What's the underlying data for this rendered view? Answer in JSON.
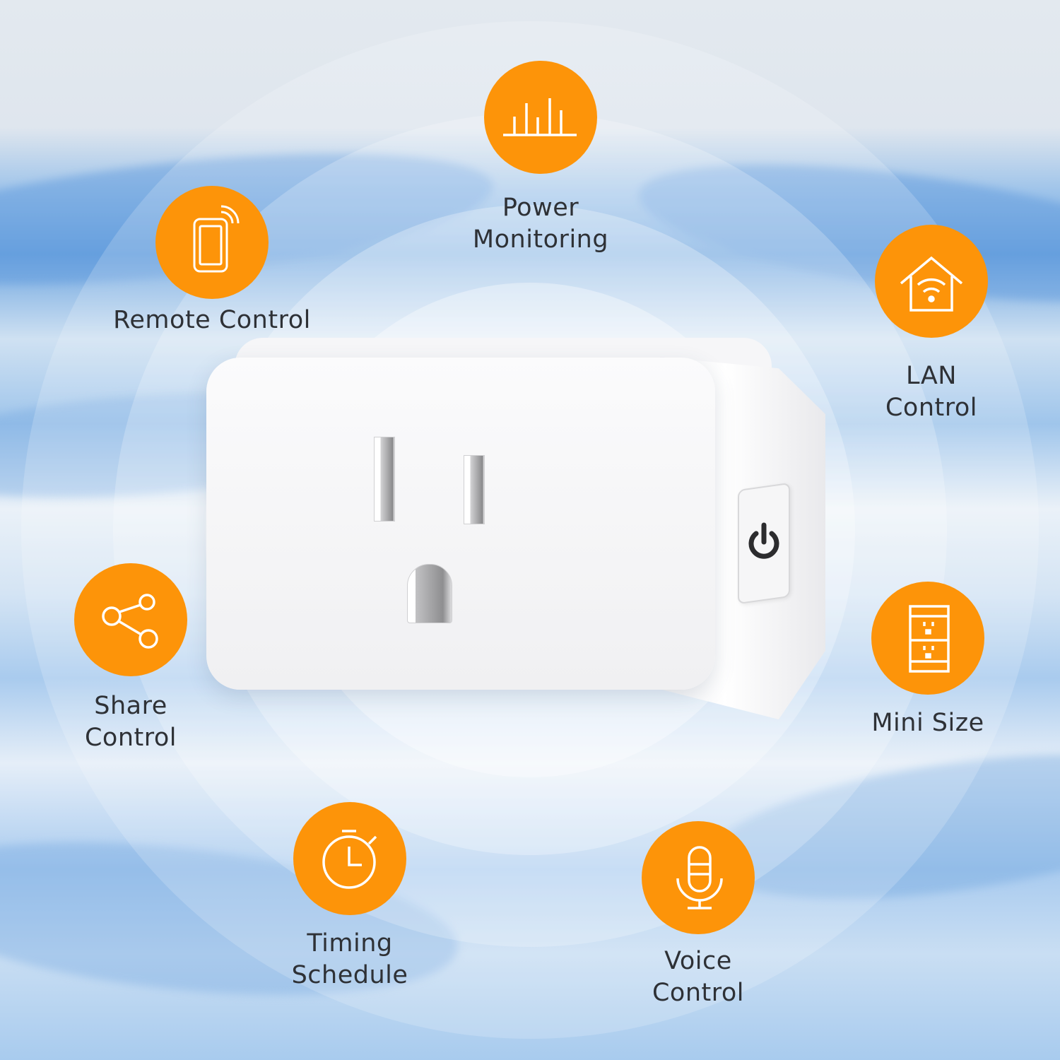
{
  "theme": {
    "accent": "#fd9409",
    "text": "#2e3136",
    "icon_stroke": "#ffffff"
  },
  "product": {
    "name": "smart-plug",
    "button_icon": "power-icon"
  },
  "features": [
    {
      "id": "power-monitoring",
      "label": "Power\nMonitoring",
      "icon": "bar-chart-icon"
    },
    {
      "id": "remote-control",
      "label": "Remote Control",
      "icon": "phone-wireless-icon"
    },
    {
      "id": "lan-control",
      "label": "LAN\nControl",
      "icon": "home-wifi-icon"
    },
    {
      "id": "share-control",
      "label": "Share\nControl",
      "icon": "share-icon"
    },
    {
      "id": "mini-size",
      "label": "Mini Size",
      "icon": "dual-outlet-icon"
    },
    {
      "id": "timing-schedule",
      "label": "Timing\nSchedule",
      "icon": "stopwatch-icon"
    },
    {
      "id": "voice-control",
      "label": "Voice\nControl",
      "icon": "microphone-icon"
    }
  ]
}
